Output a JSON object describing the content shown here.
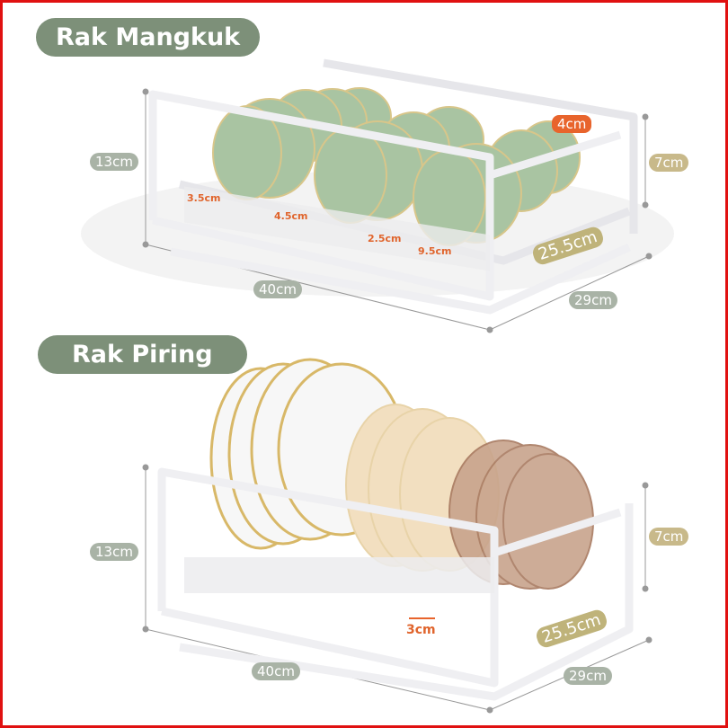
{
  "sections": [
    {
      "title": "Rak Mangkuk",
      "height": "13cm",
      "width": "40cm",
      "depth": "29cm",
      "inner_height": "7cm",
      "inner_depth": "25.5cm",
      "gaps": [
        "3.5cm",
        "4.5cm",
        "2.5cm",
        "9.5cm",
        "4cm"
      ]
    },
    {
      "title": "Rak Piring",
      "height": "13cm",
      "width": "40cm",
      "depth": "29cm",
      "inner_height": "7cm",
      "inner_depth": "25.5cm",
      "gaps": [
        "3cm"
      ]
    }
  ],
  "colors": {
    "title_bg": "#7d9079",
    "bowl": "#a9c4a2",
    "accent": "#e8642c",
    "border": "#e01010"
  }
}
